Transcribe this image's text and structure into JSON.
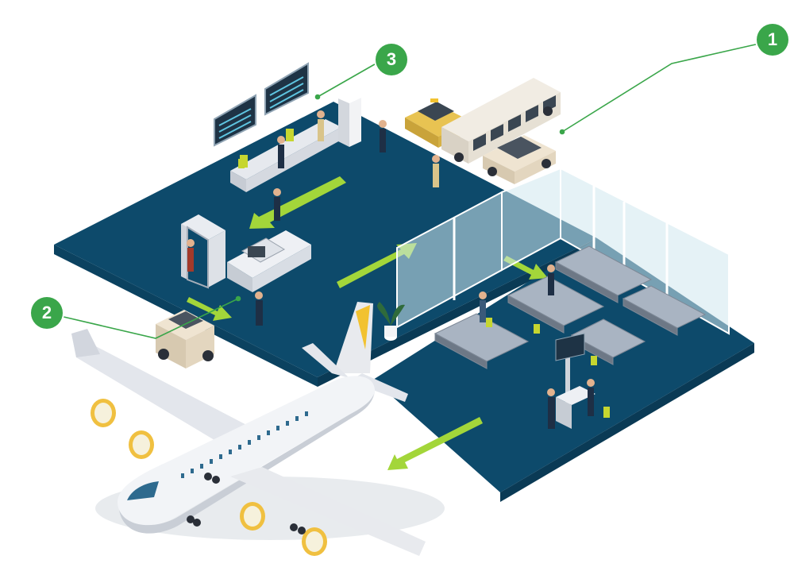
{
  "markers": [
    {
      "label": "1"
    },
    {
      "label": "2"
    },
    {
      "label": "3"
    }
  ],
  "colors": {
    "floor": "#0d4a6b",
    "floor_side": "#0a3a55",
    "arrow": "#a3d63a",
    "marker": "#3aa64a",
    "glass": "#cfe7ee",
    "plane_body": "#eef0f4",
    "plane_tail": "#f2c230",
    "engine_ring": "#f0c040"
  },
  "icons": [
    "taxi-icon",
    "bus-icon",
    "car-icon",
    "airplane-icon",
    "security-gate-icon",
    "luggage-scanner-icon",
    "departure-board-icon",
    "plant-icon",
    "seat-icon"
  ]
}
